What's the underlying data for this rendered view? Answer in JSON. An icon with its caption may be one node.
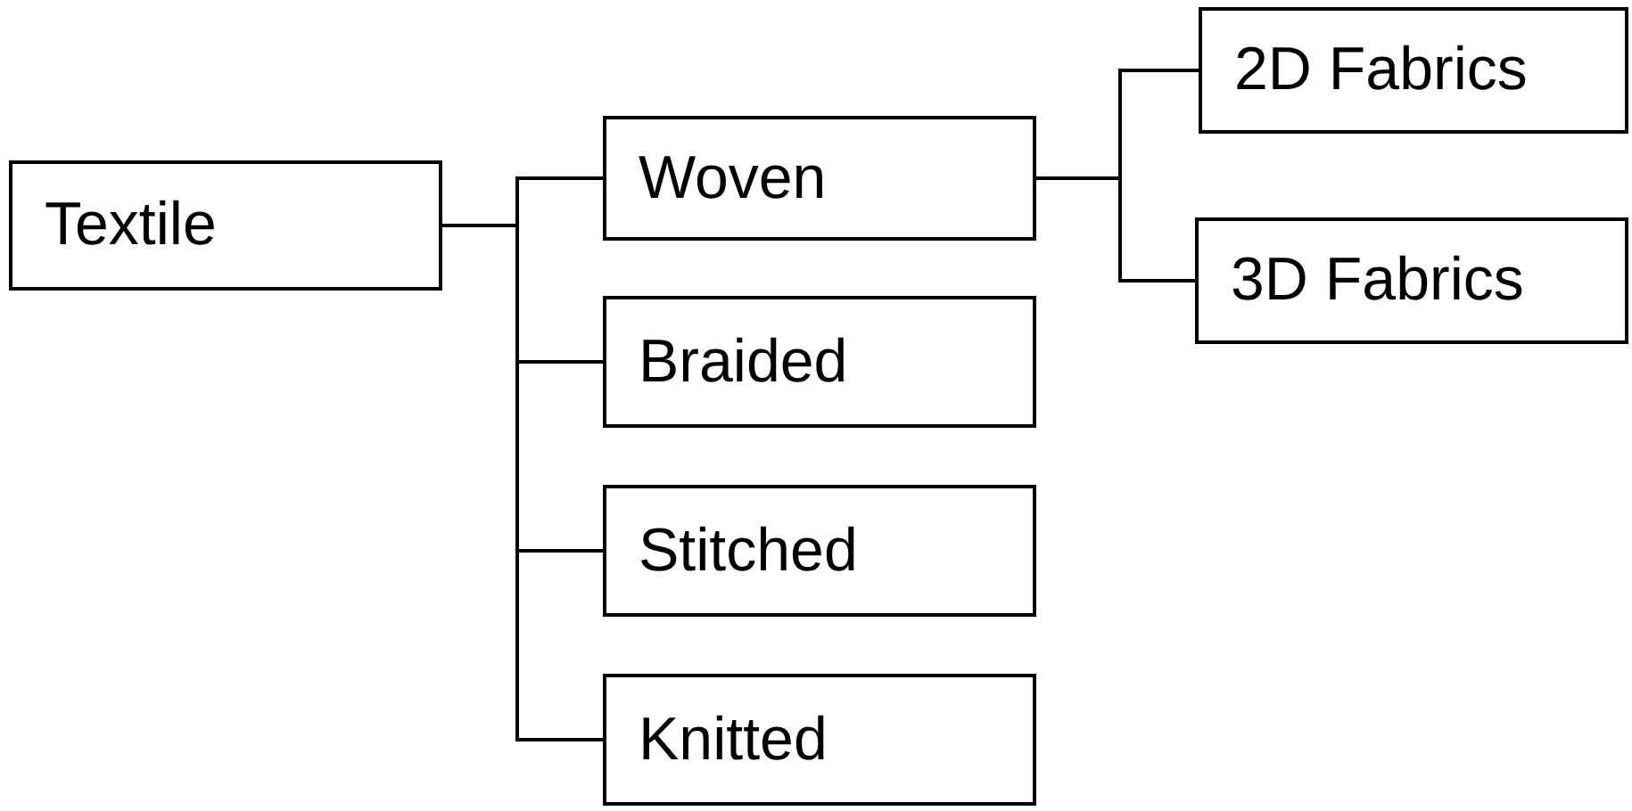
{
  "diagram": {
    "nodes": [
      {
        "text": [
          "Textile"
        ]
      },
      {
        "text": [
          "Woven"
        ]
      },
      {
        "text": [
          "Braided"
        ]
      },
      {
        "text": [
          "Stitched"
        ]
      },
      {
        "text": [
          "Knitted"
        ]
      },
      {
        "text": [
          "2D Fabrics"
        ]
      },
      {
        "text": [
          "3D Fabrics"
        ]
      }
    ],
    "edges": [
      {
        "from": 0,
        "to": 1,
        "arrow": "none"
      },
      {
        "from": 0,
        "to": 2,
        "arrow": "none"
      },
      {
        "from": 0,
        "to": 3,
        "arrow": "none"
      },
      {
        "from": 0,
        "to": 4,
        "arrow": "none"
      },
      {
        "from": 1,
        "to": 5,
        "arrow": "none"
      },
      {
        "from": 1,
        "to": 6,
        "arrow": "none"
      }
    ]
  }
}
